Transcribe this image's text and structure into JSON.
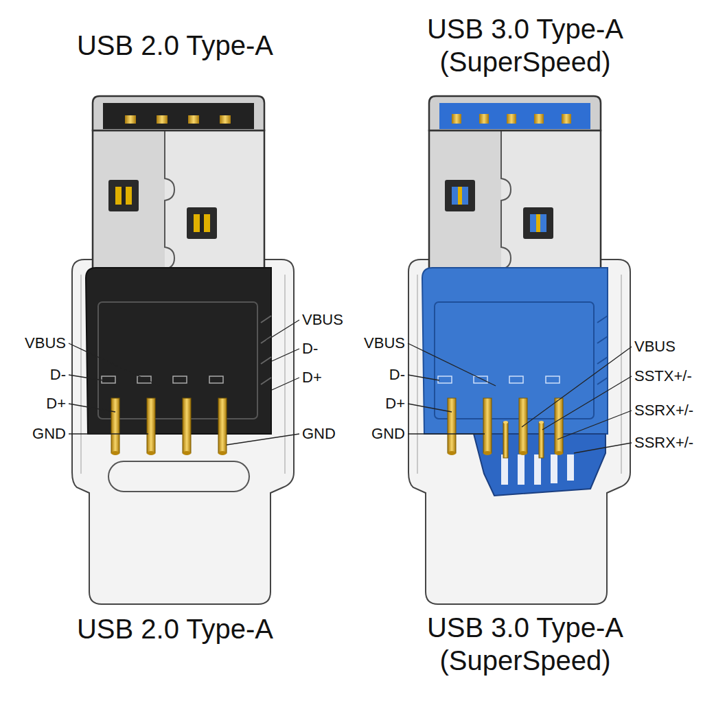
{
  "diagram": {
    "labels": [
      "USB 2.0 Type-A",
      "USB 3.0 Type-A (SuperSpeed)",
      "VBUS",
      "D-",
      "D+",
      "GND",
      "VBUS",
      "D-",
      "D+",
      "GND",
      "VBUS",
      "D-",
      "D+",
      "GND",
      "VBUS",
      "SSTX+/-",
      "SSRX+/-",
      "SSRX+/-",
      "USB 2.0 Type-A",
      "USB 3.0 Type-A (SuperSpeed)"
    ]
  }
}
